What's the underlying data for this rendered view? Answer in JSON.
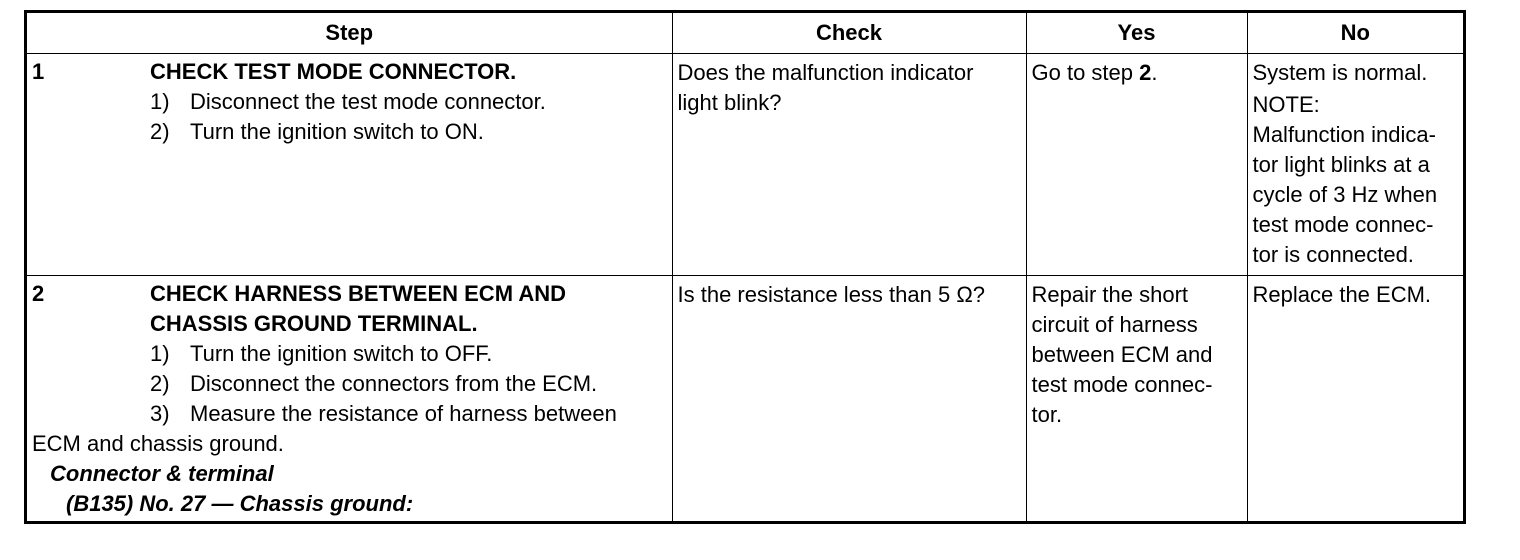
{
  "headers": {
    "step": "Step",
    "check": "Check",
    "yes": "Yes",
    "no": "No"
  },
  "rows": [
    {
      "number": "1",
      "title": "CHECK TEST MODE CONNECTOR.",
      "substeps": [
        {
          "num": "1)",
          "text": "Disconnect the test mode connector."
        },
        {
          "num": "2)",
          "text": "Turn the ignition switch to ON."
        }
      ],
      "check": [
        "Does the malfunction indicator",
        "light blink?"
      ],
      "yes_prefix": "Go to step ",
      "yes_bold": "2",
      "yes_suffix": ".",
      "no_first": "System is normal.",
      "no_note_label": "NOTE:",
      "no_note_lines": [
        "Malfunction indica-",
        "tor light blinks at a",
        "cycle of 3 Hz when",
        "test mode connec-",
        "tor is connected."
      ]
    },
    {
      "number": "2",
      "title_lines": [
        "CHECK HARNESS BETWEEN ECM AND",
        "CHASSIS GROUND TERMINAL."
      ],
      "substeps": [
        {
          "num": "1)",
          "text": "Turn the ignition switch to OFF."
        },
        {
          "num": "2)",
          "text": "Disconnect the connectors from the ECM."
        },
        {
          "num": "3)",
          "text": "Measure the resistance of harness between",
          "cont": "ECM and chassis ground."
        }
      ],
      "connector_label": "Connector & terminal",
      "connector_detail": "(B135) No. 27 — Chassis ground:",
      "check": [
        "Is the resistance less than 5 Ω?"
      ],
      "yes_lines": [
        "Repair the short",
        "circuit of harness",
        "between ECM and",
        "test mode connec-",
        "tor."
      ],
      "no": "Replace the ECM."
    }
  ]
}
